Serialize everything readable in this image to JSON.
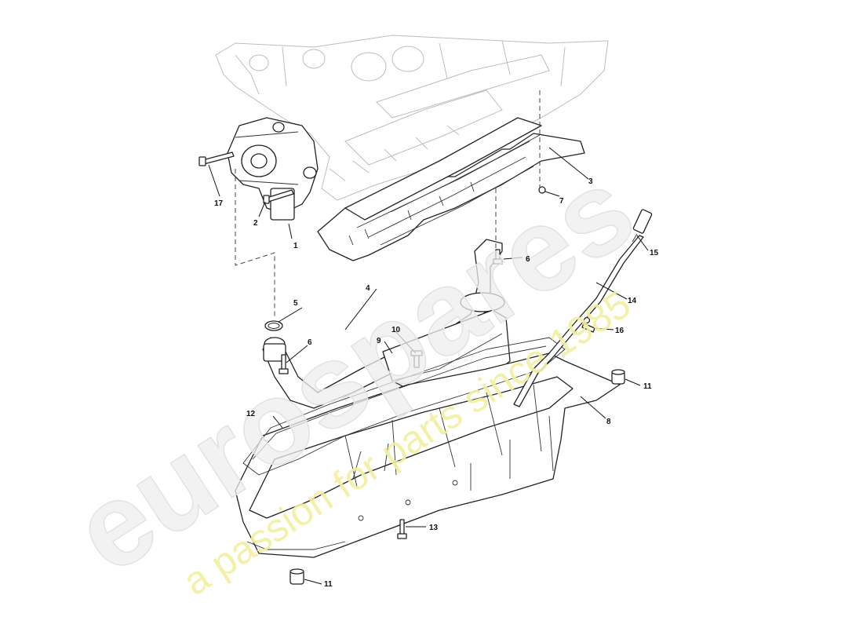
{
  "watermark": {
    "brand": "eurospares",
    "tagline": "a passion for parts since 1985",
    "tagline_color": "#f2f0a0"
  },
  "callouts": [
    {
      "id": "c1",
      "label": "1"
    },
    {
      "id": "c2",
      "label": "2"
    },
    {
      "id": "c3",
      "label": "3"
    },
    {
      "id": "c4",
      "label": "4"
    },
    {
      "id": "c5",
      "label": "5"
    },
    {
      "id": "c6a",
      "label": "6"
    },
    {
      "id": "c6b",
      "label": "6"
    },
    {
      "id": "c7",
      "label": "7"
    },
    {
      "id": "c8",
      "label": "8"
    },
    {
      "id": "c9",
      "label": "9"
    },
    {
      "id": "c10",
      "label": "10"
    },
    {
      "id": "c11a",
      "label": "11"
    },
    {
      "id": "c11b",
      "label": "11"
    },
    {
      "id": "c12",
      "label": "12"
    },
    {
      "id": "c13",
      "label": "13"
    },
    {
      "id": "c14",
      "label": "14"
    },
    {
      "id": "c15",
      "label": "15"
    },
    {
      "id": "c16",
      "label": "16"
    },
    {
      "id": "c17",
      "label": "17"
    }
  ]
}
